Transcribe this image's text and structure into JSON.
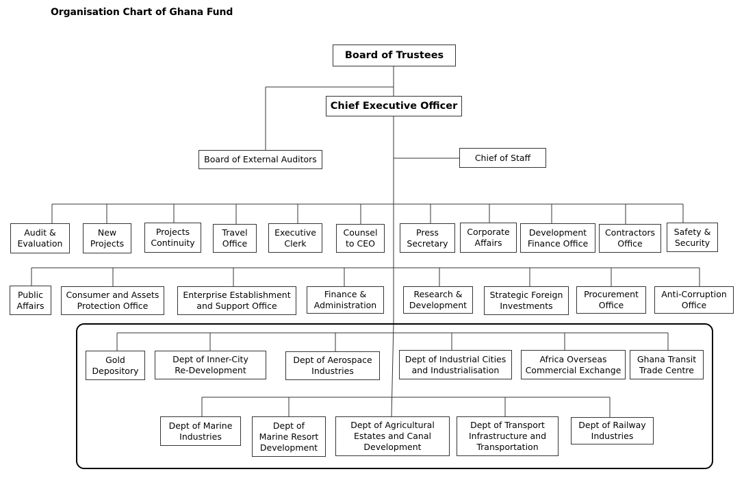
{
  "title": "Organisation Chart of Ghana Fund",
  "top": {
    "board": "Board of Trustees",
    "ceo": "Chief Executive Officer",
    "auditors": "Board of External Auditors",
    "chief_of_staff": "Chief of Staff"
  },
  "row1": [
    "Audit &\nEvaluation",
    "New\nProjects",
    "Projects\nContinuity",
    "Travel\nOffice",
    "Executive\nClerk",
    "Counsel\nto CEO",
    "Press\nSecretary",
    "Corporate\nAffairs",
    "Development\nFinance Office",
    "Contractors\nOffice",
    "Safety &\nSecurity"
  ],
  "row2": [
    "Public\nAffairs",
    "Consumer and Assets\nProtection Office",
    "Enterprise Establishment\nand Support Office",
    "Finance &\nAdministration",
    "Research &\nDevelopment",
    "Strategic Foreign\nInvestments",
    "Procurement\nOffice",
    "Anti-Corruption\nOffice"
  ],
  "row3": [
    "Gold\nDepository",
    "Dept of Inner-City\nRe-Development",
    "Dept of Aerospace\nIndustries",
    "Dept of Industrial Cities\nand Industrialisation",
    "Africa Overseas\nCommercial Exchange",
    "Ghana Transit\nTrade Centre"
  ],
  "row4": [
    "Dept of Marine\nIndustries",
    "Dept of\nMarine Resort\nDevelopment",
    "Dept of Agricultural\nEstates and Canal\nDevelopment",
    "Dept of Transport\nInfrastructure and\nTransportation",
    "Dept of Railway\nIndustries"
  ]
}
